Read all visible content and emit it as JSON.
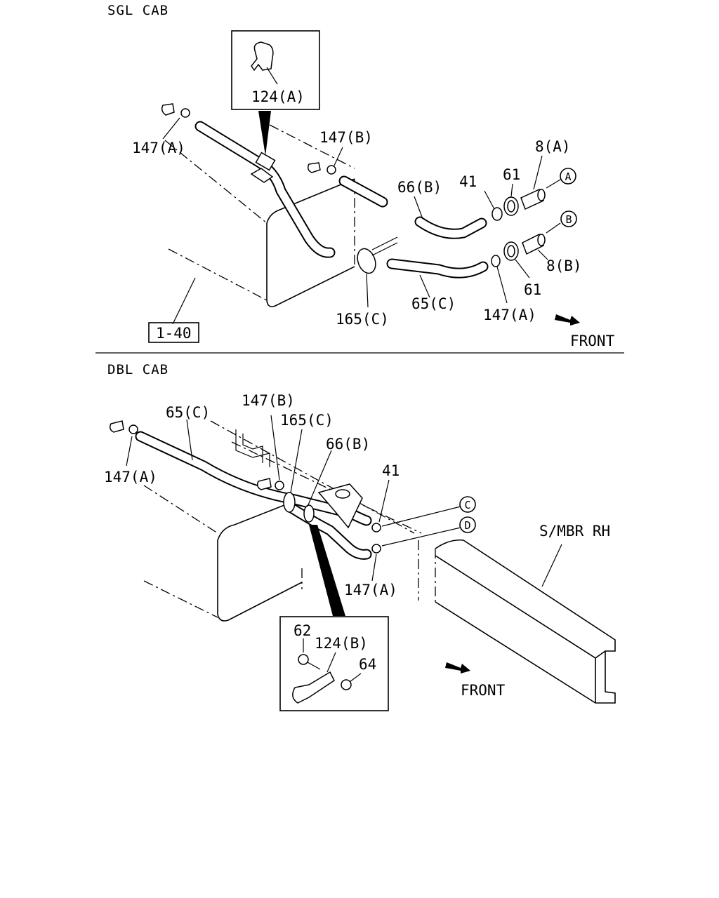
{
  "sections": {
    "top": "SGL CAB",
    "bottom": "DBL CAB"
  },
  "top_labels": {
    "p124a": "124(A)",
    "p147a_left": "147(A)",
    "p147b": "147(B)",
    "p66b": "66(B)",
    "p41": "41",
    "p61_upper": "61",
    "p8a": "8(A)",
    "p8b": "8(B)",
    "p61_lower": "61",
    "p147a_right": "147(A)",
    "p65c": "65(C)",
    "p165c": "165(C)",
    "ref": "1-40",
    "front": "FRONT"
  },
  "connectors": {
    "a": "A",
    "b": "B",
    "c": "C",
    "d": "D"
  },
  "bottom_labels": {
    "p65c": "65(C)",
    "p147b": "147(B)",
    "p165c": "165(C)",
    "p66b": "66(B)",
    "p147a_left": "147(A)",
    "p41": "41",
    "p147a_right": "147(A)",
    "smbr": "S/MBR RH",
    "p62": "62",
    "p124b": "124(B)",
    "p64": "64",
    "front": "FRONT"
  }
}
